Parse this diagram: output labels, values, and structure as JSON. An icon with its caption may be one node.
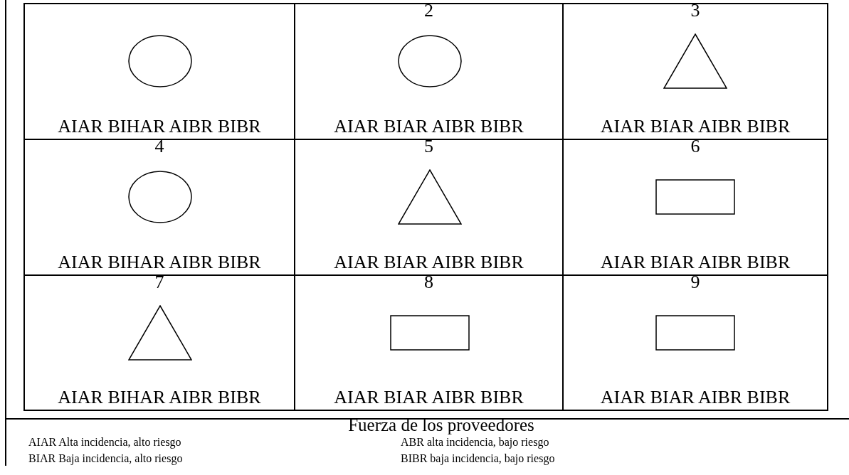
{
  "diagram": {
    "nodes": [
      {
        "text": [
          "AIAR BIHAR AIBR BIBR"
        ]
      },
      {
        "text": [],
        "shape": "circle",
        "in": 0
      },
      {
        "text": [
          "2",
          "AIAR BIAR AIBR BIBR"
        ]
      },
      {
        "text": [],
        "shape": "circle",
        "in": 2
      },
      {
        "text": [
          "3",
          "AIAR BIAR AIBR BIBR"
        ]
      },
      {
        "text": [],
        "shape": "triangle",
        "in": 4
      },
      {
        "text": [
          "4",
          "AIAR BIHAR AIBR BIBR"
        ]
      },
      {
        "text": [],
        "shape": "circle",
        "in": 6
      },
      {
        "text": [
          "5",
          "AIAR BIAR AIBR BIBR"
        ]
      },
      {
        "text": [],
        "shape": "triangle",
        "in": 8
      },
      {
        "text": [
          "6",
          "AIAR BIAR AIBR BIBR"
        ]
      },
      {
        "text": [],
        "shape": "box",
        "in": 10
      },
      {
        "text": [
          "7",
          "AIAR BIHAR AIBR BIBR"
        ]
      },
      {
        "text": [],
        "shape": "triangle",
        "in": 12
      },
      {
        "text": [
          "8",
          "AIAR BIAR AIBR BIBR"
        ]
      },
      {
        "text": [],
        "shape": "box",
        "in": 14
      },
      {
        "text": [
          "9",
          "AIAR BIAR AIBR BIBR"
        ]
      },
      {
        "text": [],
        "shape": "box",
        "in": 16
      }
    ],
    "labels": [
      "Fuerza de los proveedores",
      "AIAR Alta incidencia, alto riesgo",
      "ABR alta incidencia, bajo riesgo",
      "BIAR Baja incidencia, alto riesgo",
      "BIBR baja incidencia, bajo riesgo"
    ]
  }
}
